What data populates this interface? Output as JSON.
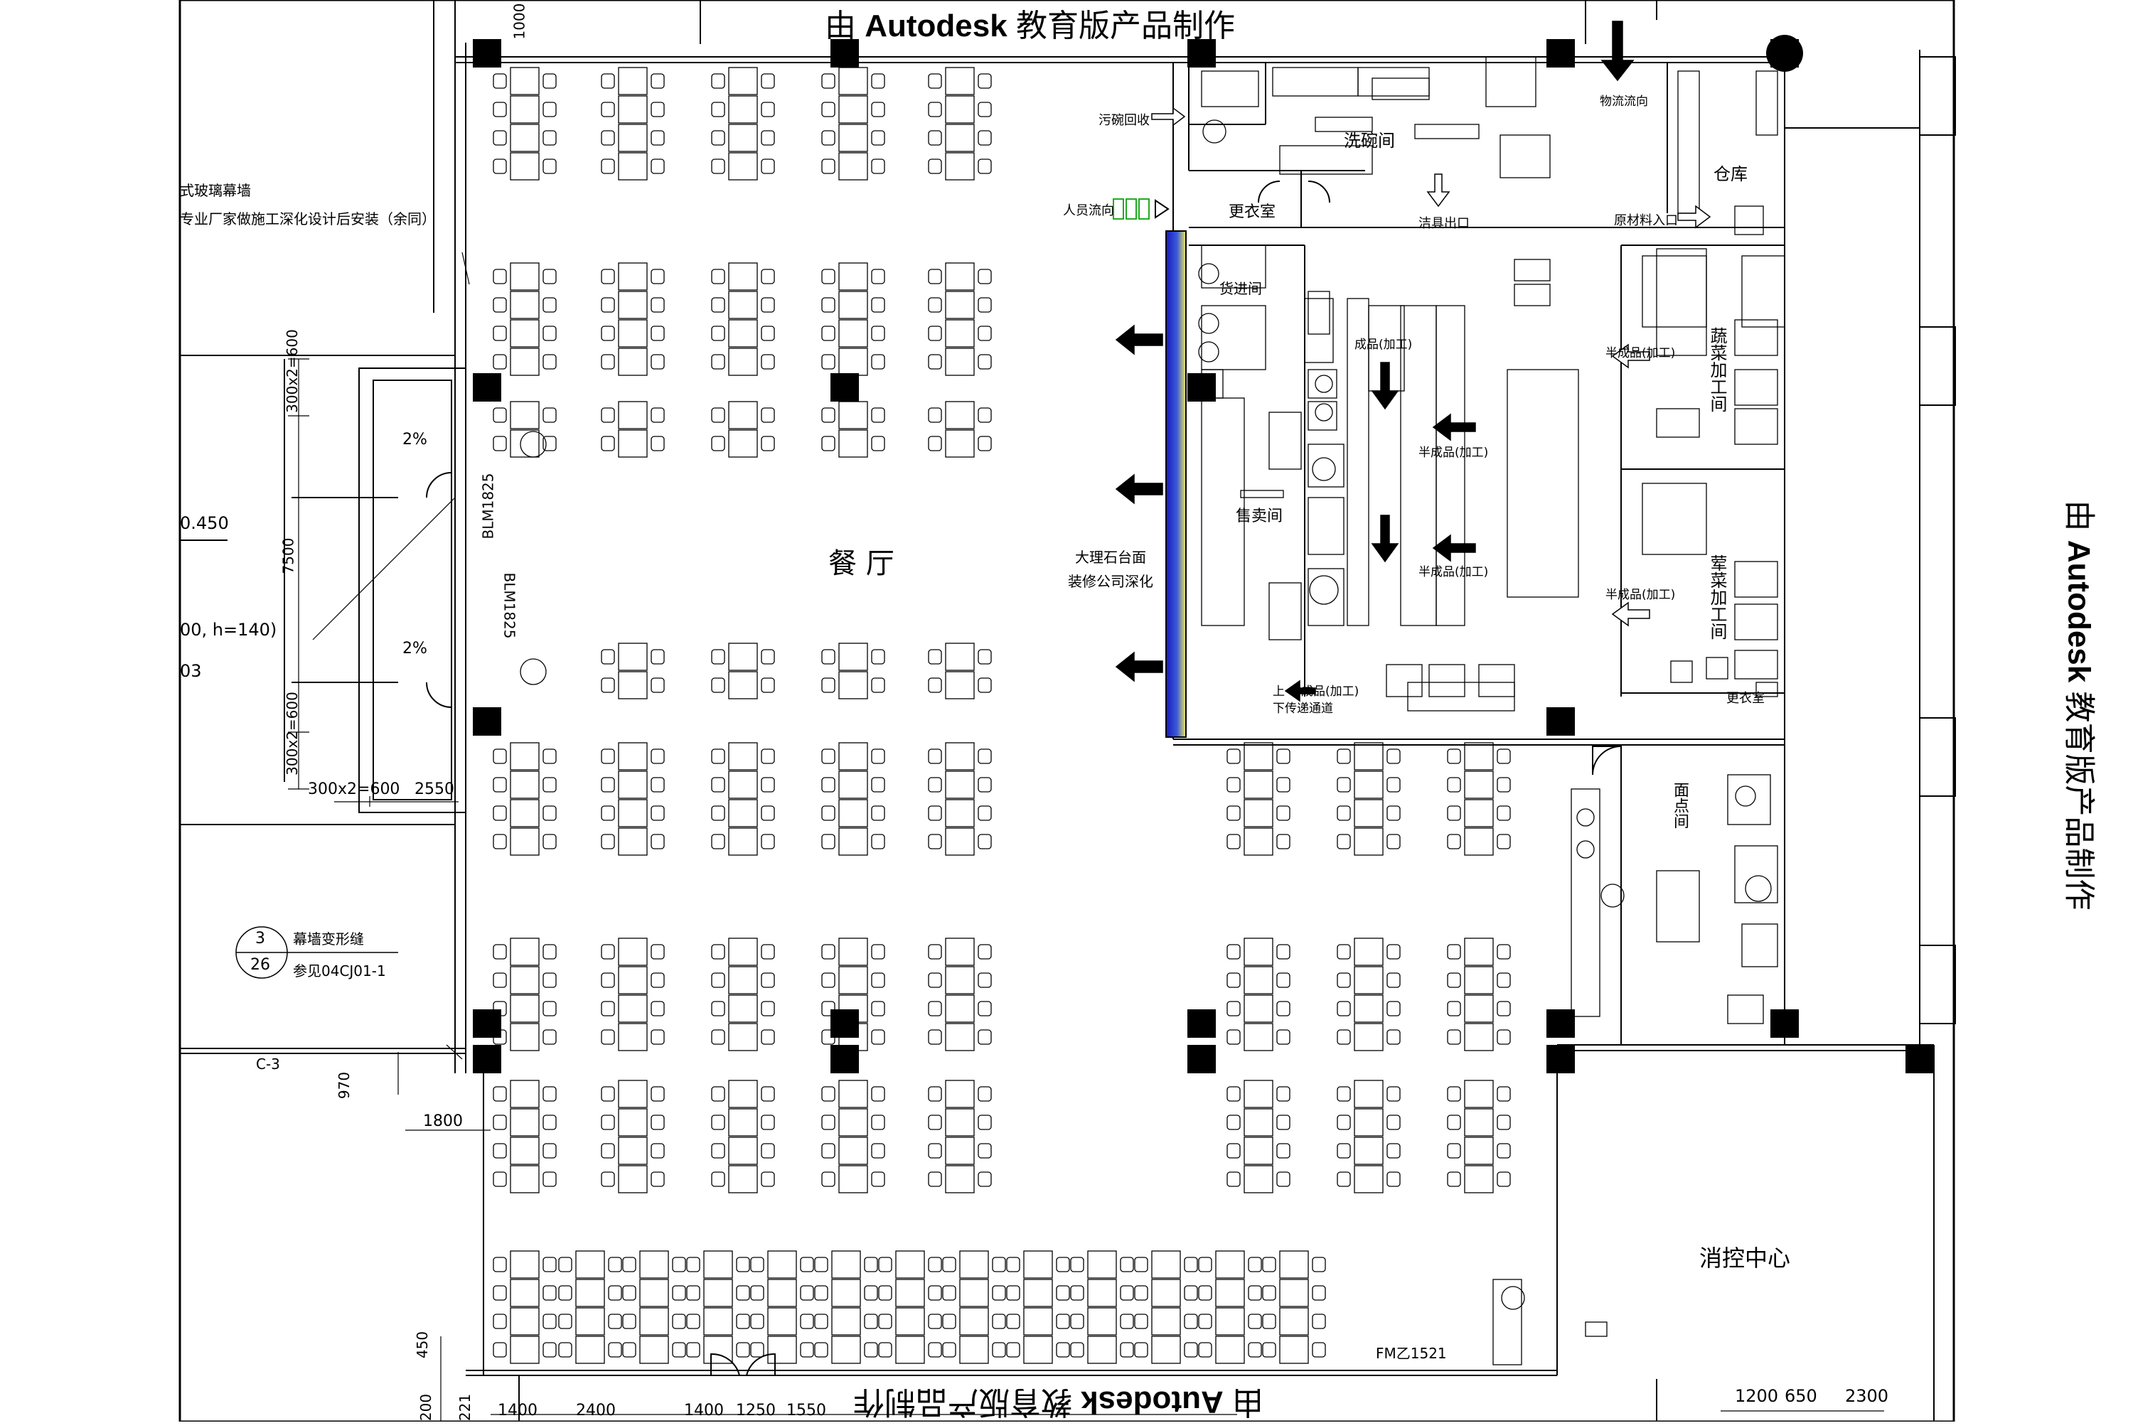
{
  "watermark": {
    "prefix": "由",
    "brand": "Autodesk",
    "suffix": "教育版产品制作"
  },
  "rooms": {
    "dining": "餐 厅",
    "dishwashing": "洗碗间",
    "changing_room": "更衣室",
    "changing_room_2": "更衣室",
    "warehouse": "仓库",
    "vegetable_processing": "蔬菜加工间",
    "meat_processing": "荤菜加工间",
    "serving_room": "售卖间",
    "pastry_room": "面点间",
    "fire_control": "消控中心",
    "room_jin": "货进间"
  },
  "flow": {
    "dirty_dish_return": "污碗回收",
    "staff_flow": "人员流向",
    "material_flow": "物流流向",
    "clean_dish_exit": "洁具出口",
    "raw_material_entry": "原材料入口",
    "finished_product": "成品(加工)",
    "semi_product_1": "半成品(加工)",
    "semi_product_2": "半成品(加工)",
    "semi_product_3": "半成品(加工)",
    "semi_product_4": "半成品(加工)",
    "finished_product_2": "成品(加工)",
    "upper_passage": "上",
    "lower_passage": "下传递通道"
  },
  "notes": {
    "glass_wall": "式玻璃幕墙",
    "glass_wall_note": "专业厂家做施工深化设计后安装（余同）",
    "marble_1": "大理石台面",
    "marble_2": "装修公司深化",
    "joint_label": "幕墙变形缝",
    "joint_ref": "参见04CJ01-1",
    "circle_top": "3",
    "circle_bottom": "26"
  },
  "dims": {
    "d1000": "1000",
    "d300x2_600a": "300x2=600",
    "d7500": "7500",
    "d300x2_600b": "300x2=600",
    "d300x2_600c": "300x2=600",
    "d2550": "2550",
    "d0450": "0.450",
    "dh140": "00, h=140)",
    "d03": "03",
    "slope1": "2%",
    "slope2": "2%",
    "blm1": "BLM1825",
    "blm2": "BLM1825",
    "c3": "C-3",
    "d970": "970",
    "d1800": "1800",
    "d450": "450",
    "d200": "200",
    "d221": "221",
    "fmz": "FM乙1521",
    "b1400": "1400",
    "b2400": "2400",
    "b1400b": "1400",
    "b1250": "1250",
    "b1550": "1550",
    "b1200": "1200",
    "b650": "650",
    "b2300": "2300"
  },
  "colors": {
    "line": "#000000",
    "column": "#000000",
    "green": "#22aa22",
    "blue": "#1a1acc",
    "yellow": "#f0e040"
  }
}
